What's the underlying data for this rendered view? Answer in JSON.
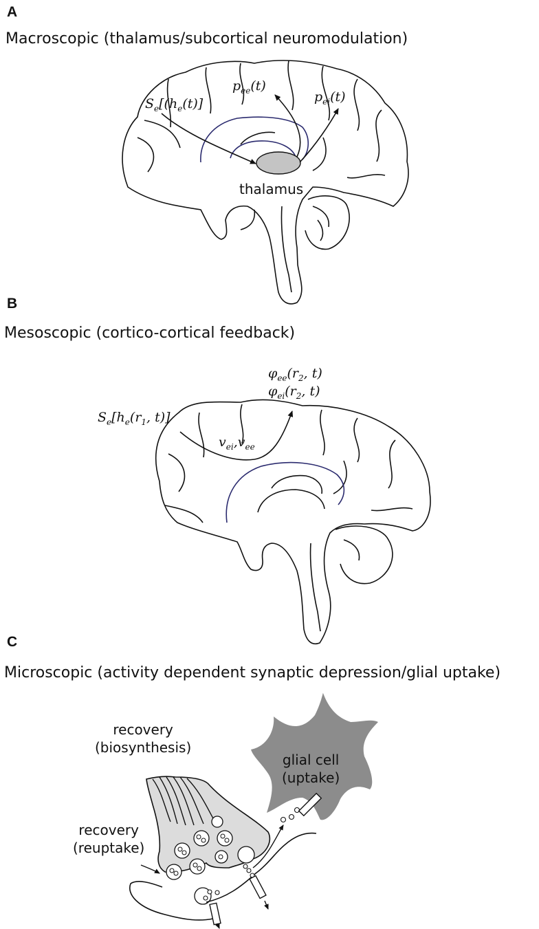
{
  "panels": {
    "a": {
      "letter": "A",
      "title": "Macroscopic (thalamus/subcortical neuromodulation)",
      "labels": {
        "input": "S<sub>e</sub>[(h<sub>e</sub>(t)]",
        "pee": "p<sub>ee</sub>(t)",
        "pei": "p<sub>ei</sub>(t)",
        "thalamus": "thalamus"
      }
    },
    "b": {
      "letter": "B",
      "title": "Mesoscopic (cortico-cortical feedback)",
      "labels": {
        "input": "S<sub>e</sub>[h<sub>e</sub>(r<sub>1</sub>, t)]",
        "phi_ee": "φ<sub>ee</sub>(r<sub>2</sub>, t)",
        "phi_ei": "φ<sub>ei</sub>(r<sub>2</sub>, t)",
        "velocity": "v<sub>ei</sub>,v<sub>ee</sub>"
      }
    },
    "c": {
      "letter": "C",
      "title": "Microscopic (activity dependent synaptic depression/glial uptake)",
      "labels": {
        "biosynthesis_1": "recovery",
        "biosynthesis_2": "(biosynthesis)",
        "reuptake_1": "recovery",
        "reuptake_2": "(reuptake)",
        "glial_1": "glial cell",
        "glial_2": "(uptake)"
      }
    }
  },
  "colors": {
    "thalamus_fill": "#c4c4c4",
    "glial_fill": "#8c8c8c",
    "terminal_fill": "#dcdcdc",
    "stroke": "#111111",
    "callosum_stroke": "#2a2a6e"
  }
}
